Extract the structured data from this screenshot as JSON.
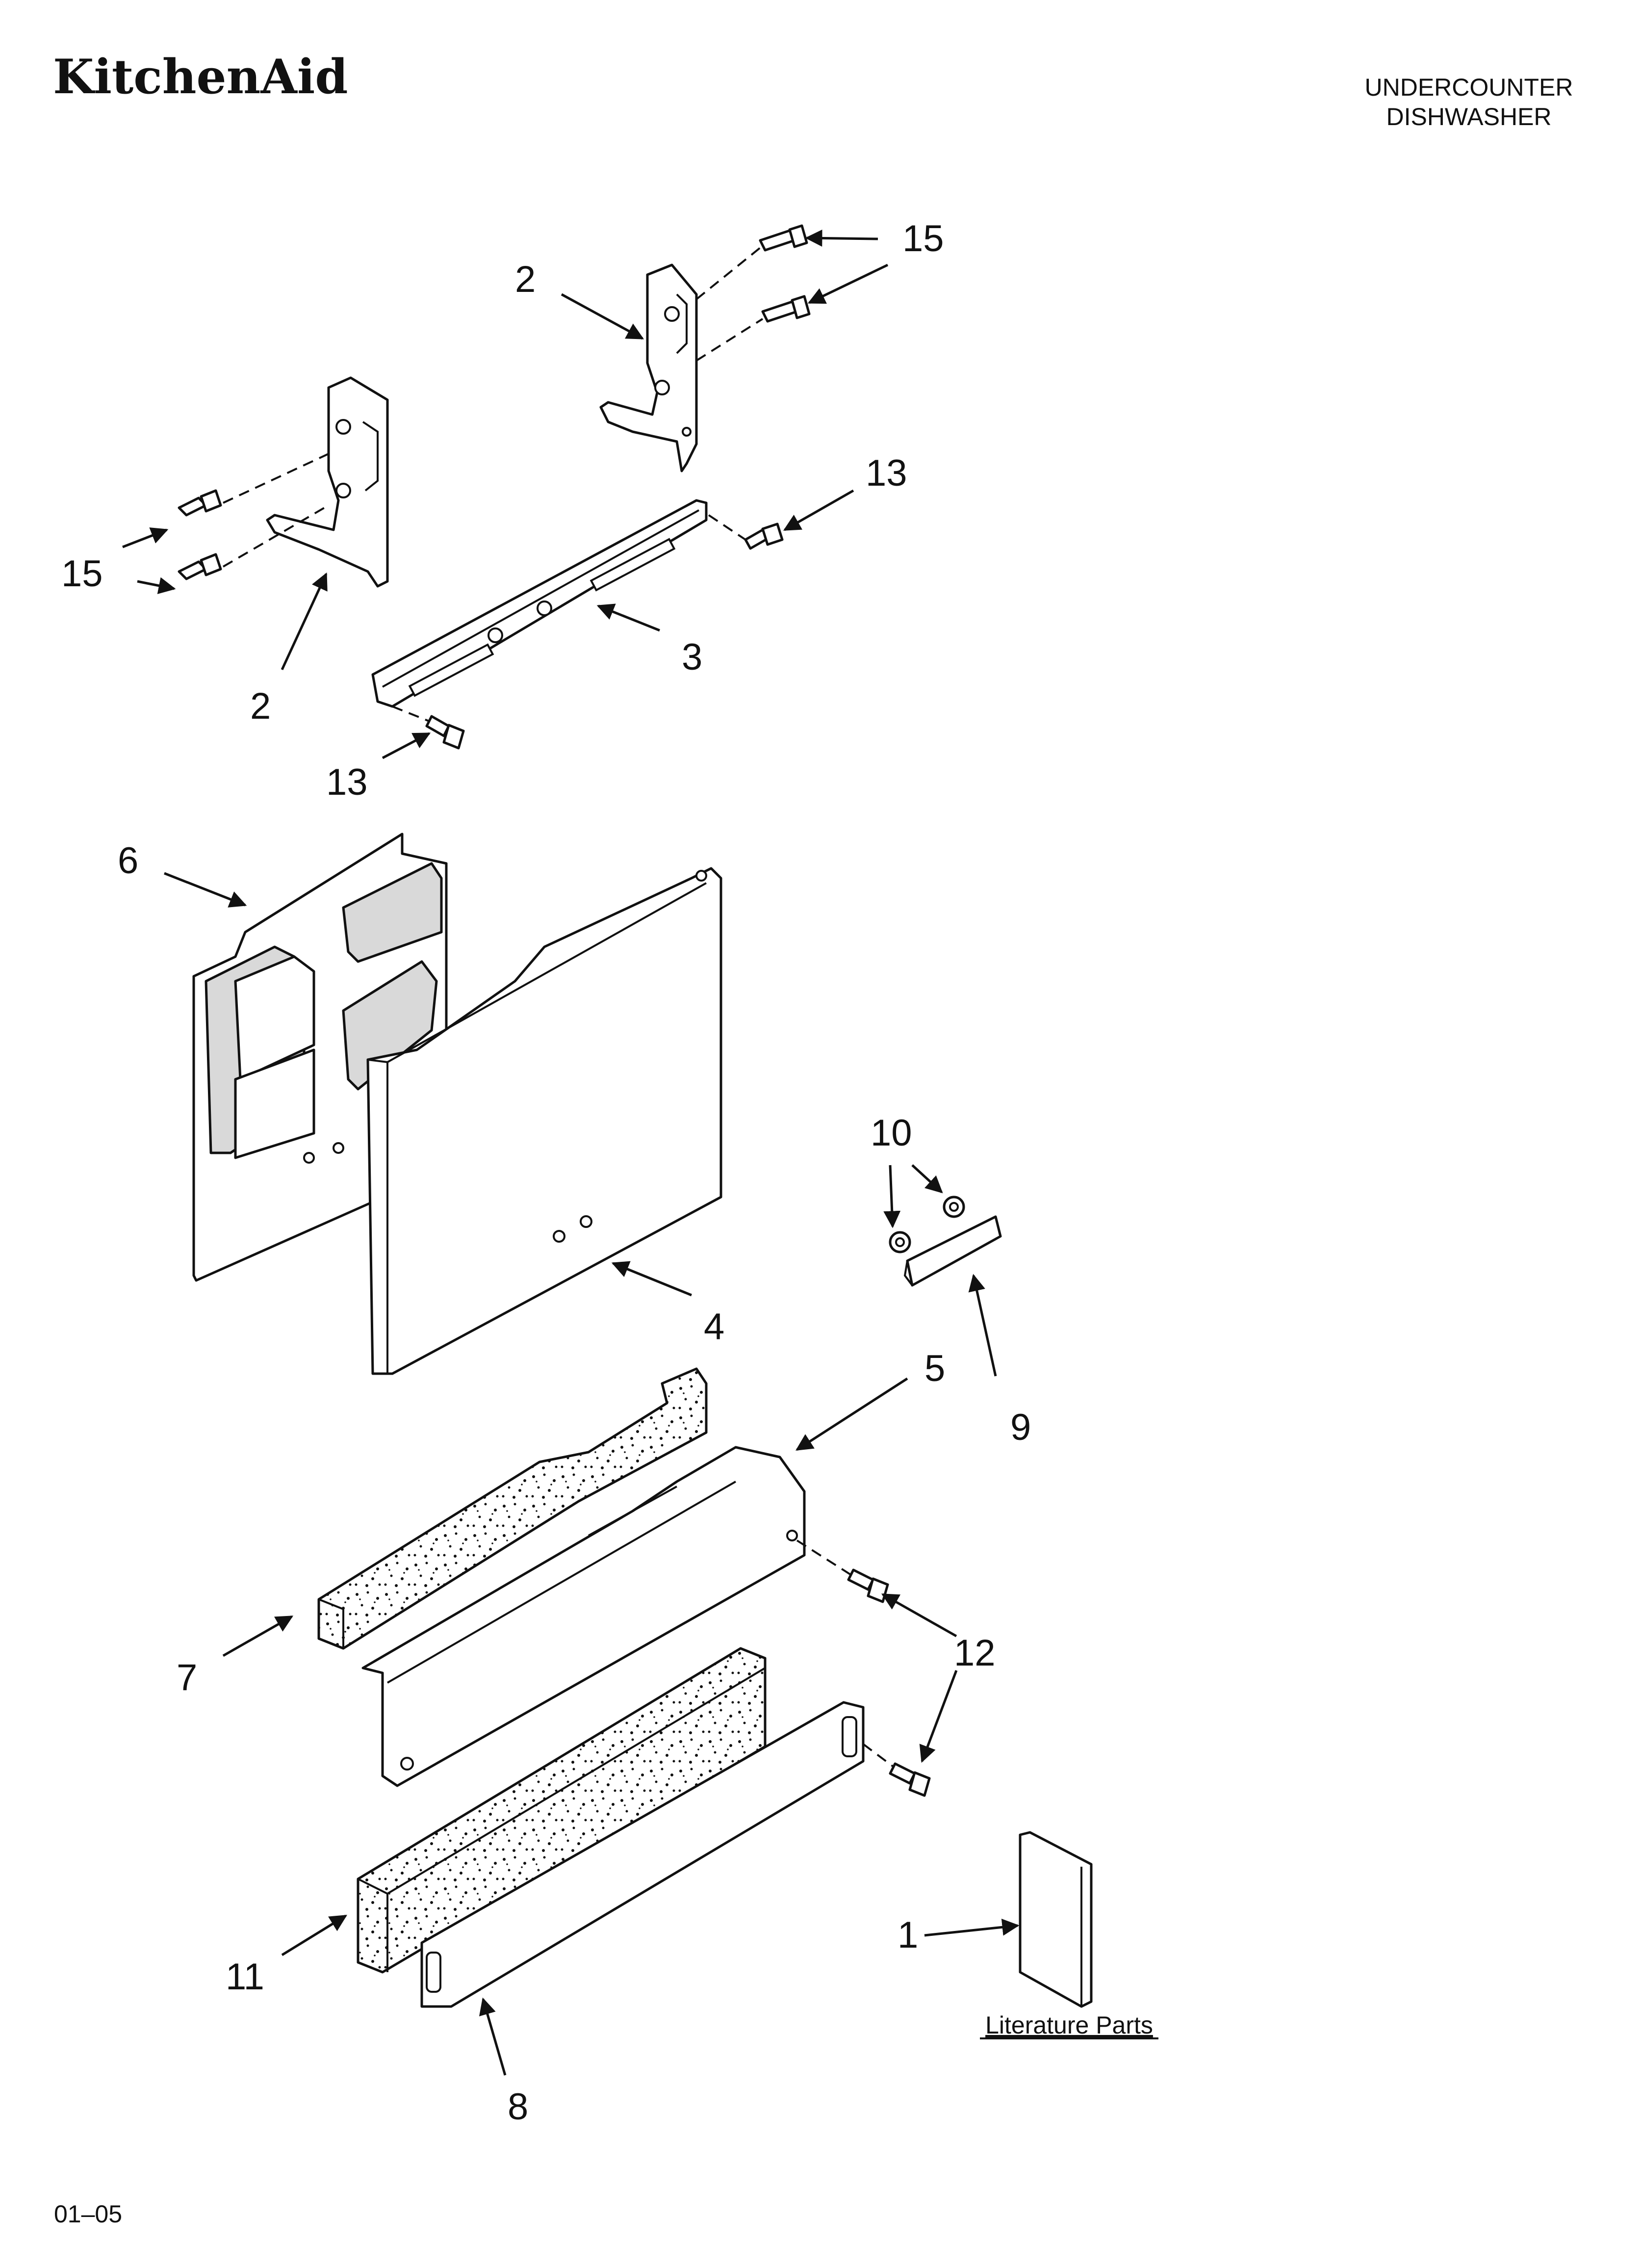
{
  "brand": "KitchenAid",
  "header": {
    "line1": "UNDERCOUNTER",
    "line2": "DISHWASHER"
  },
  "callouts": {
    "c15_top": "15",
    "c2_top": "2",
    "c13_top": "13",
    "c15_left": "15",
    "c2_left": "2",
    "c3": "3",
    "c13_bottom": "13",
    "c6": "6",
    "c4": "4",
    "c10": "10",
    "c9": "9",
    "c5": "5",
    "c12": "12",
    "c7": "7",
    "c11": "11",
    "c8": "8",
    "c1": "1"
  },
  "literature_label": "Literature Parts",
  "footer": {
    "code": "01–05"
  }
}
